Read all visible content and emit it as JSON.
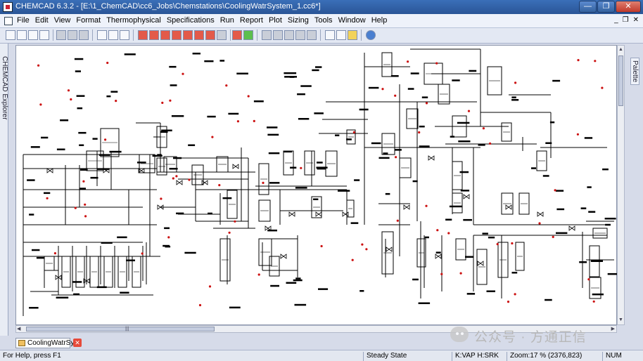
{
  "window": {
    "title": "CHEMCAD 6.3.2 - [E:\\1_ChemCAD\\cc6_Jobs\\Chemstations\\CoolingWatrSystem_1.cc6*]",
    "min_glyph": "—",
    "max_glyph": "❐",
    "close_glyph": "✕"
  },
  "menu": {
    "items": [
      "File",
      "Edit",
      "View",
      "Format",
      "Thermophysical",
      "Specifications",
      "Run",
      "Report",
      "Plot",
      "Sizing",
      "Tools",
      "Window",
      "Help"
    ],
    "mdi_min": "_",
    "mdi_restore": "❐",
    "mdi_close": "✕"
  },
  "side_tabs": {
    "explorer": "CHEMCAD Explorer",
    "palette": "Palette"
  },
  "document_tab": {
    "label": "CoolingWatrSy",
    "close_glyph": "✕"
  },
  "status": {
    "help": "For Help, press F1",
    "mode": "Steady State",
    "thermo": "K:VAP H:SRK",
    "zoom": "Zoom:17 %  (2376,823)",
    "num": "NUM"
  },
  "watermark": {
    "text": "公众号 · 方通正信"
  },
  "colors": {
    "titlebar": "#2f5fa7",
    "canvas": "#ffffff",
    "line": "#000000",
    "accent_red": "#cc1111"
  },
  "icons": {
    "toolbar": [
      "new-icon",
      "open-icon",
      "save-icon",
      "print-icon",
      "run-icon",
      "help-icon"
    ]
  }
}
